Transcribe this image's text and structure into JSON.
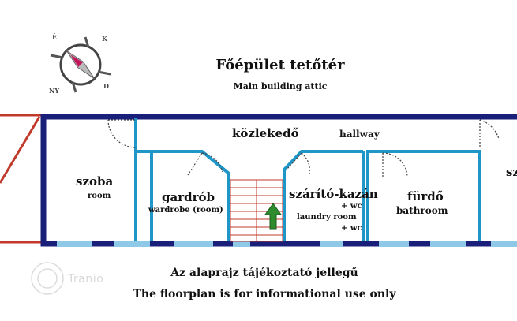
{
  "title": {
    "hu": "Főépület tetőtér",
    "en": "Main building attic"
  },
  "compass": {
    "n": "É",
    "e": "K",
    "s": "D",
    "w": "NY"
  },
  "rooms": {
    "hallway": {
      "hu": "közlekedő",
      "en": "hallway"
    },
    "room": {
      "hu": "szoba",
      "en": "room"
    },
    "wardrobe": {
      "hu": "gardrób",
      "en": "wardrobe (room)"
    },
    "laundry": {
      "hu": "szárító-kazán",
      "wc1": "+ wc",
      "en": "laundry room",
      "wc2": "+ wc"
    },
    "bathroom": {
      "hu": "fürdő",
      "en": "bathroom"
    },
    "partial": "sz"
  },
  "notes": {
    "hu": "Az alaprajz tájékoztató jellegű",
    "en": "The floorplan is for informational use only"
  },
  "watermark": "Tranio",
  "colors": {
    "wall_outer": "#1a1f7a",
    "wall_inner": "#1e96c8",
    "stairs": "#c0392b",
    "arrow": "#2e8b2e",
    "window": "#8ec9e8"
  }
}
